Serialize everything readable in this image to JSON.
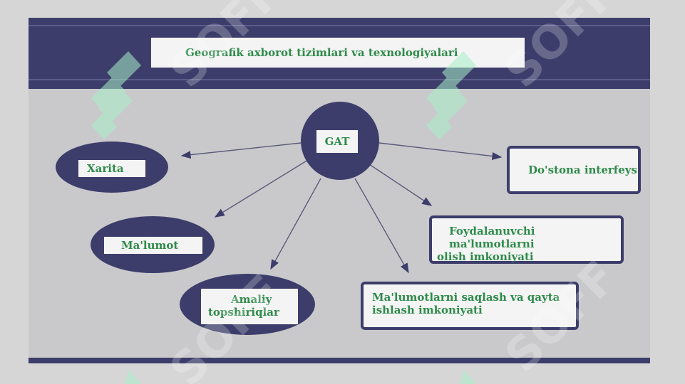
{
  "title": "Geografik axborot tizimlari va texnologiyalari",
  "center": "GAT",
  "nodes": {
    "xarita": "Xarita",
    "malumot": "Ma'lumot",
    "amaliy_line1": "Amaliy",
    "amaliy_line2": "topshiriqlar",
    "dostona": "Do'stona interfeys",
    "foydalanuvchi_line1": "Foydalanuvchi ma'lumotlarni",
    "foydalanuvchi_line2": "olish imkoniyati",
    "saqlash_line1": "Ma'lumotlarni saqlash va qayta",
    "saqlash_line2": "ishlash imkoniyati"
  },
  "watermark": "SOFF",
  "colors": {
    "navy": "#3d3d6b",
    "green_text": "#2e8b4a",
    "panel": "#c9c9cc",
    "box": "#f4f4f4"
  }
}
